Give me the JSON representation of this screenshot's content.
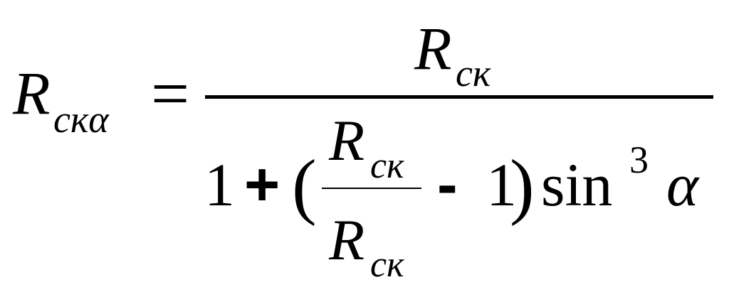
{
  "formula": {
    "lhs": {
      "symbol": "R",
      "subscript": "скα"
    },
    "equals": "=",
    "numerator": {
      "symbol": "R",
      "subscript": "ск"
    },
    "denominator": {
      "one": "1",
      "plus": "+",
      "open_paren": "(",
      "inner_numerator": {
        "symbol": "R",
        "subscript": "ск"
      },
      "inner_denominator": {
        "symbol": "R",
        "subscript": "ск"
      },
      "minus": "-",
      "inner_one": "1",
      "close_paren": ")",
      "func": "sin",
      "power": "3",
      "angle": "α"
    }
  }
}
